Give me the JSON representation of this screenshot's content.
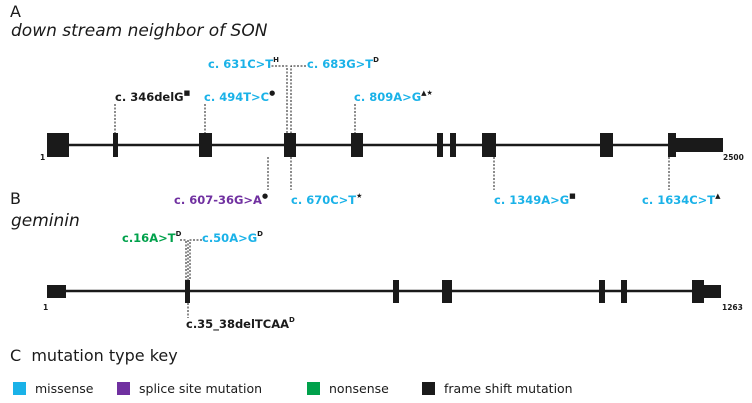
{
  "panels": {
    "a": {
      "label": "A",
      "gene": "down stream neighbor of SON",
      "start": "1",
      "end": "2500"
    },
    "b": {
      "label": "B",
      "gene": "geminin",
      "start": "1",
      "end": "1263"
    },
    "c": {
      "label": "C",
      "title": "mutation type key"
    }
  },
  "colors": {
    "missense": "#1ab2e8",
    "splice": "#7030a0",
    "nonsense": "#00a14b",
    "frameshift": "#1a1a1a"
  },
  "key": [
    {
      "type": "missense",
      "label": "missense"
    },
    {
      "type": "splice",
      "label": "splice site mutation"
    },
    {
      "type": "nonsense",
      "label": "nonsense"
    },
    {
      "type": "frameshift",
      "label": "frame shift mutation"
    }
  ],
  "mutations_a": [
    {
      "text": "c. 346delG",
      "sup": "■",
      "type": "frameshift"
    },
    {
      "text": "c. 494T>C",
      "sup": "●",
      "type": "missense"
    },
    {
      "text": "c. 631C>T",
      "sup": "H",
      "type": "missense"
    },
    {
      "text": "c. 683G>T",
      "sup": "D",
      "type": "missense"
    },
    {
      "text": "c. 809A>G",
      "sup": "▲★",
      "type": "missense"
    },
    {
      "text": "c. 607-36G>A",
      "sup": "●",
      "type": "splice"
    },
    {
      "text": "c. 670C>T",
      "sup": "★",
      "type": "missense"
    },
    {
      "text": "c. 1349A>G",
      "sup": "■",
      "type": "missense"
    },
    {
      "text": "c. 1634C>T",
      "sup": "▲",
      "type": "missense"
    }
  ],
  "mutations_b": [
    {
      "text": "c.16A>T",
      "sup": "D",
      "type": "nonsense"
    },
    {
      "text": "c.50A>G",
      "sup": "D",
      "type": "missense"
    },
    {
      "text": "c.35_38delTCAA",
      "sup": "D",
      "type": "frameshift"
    }
  ]
}
